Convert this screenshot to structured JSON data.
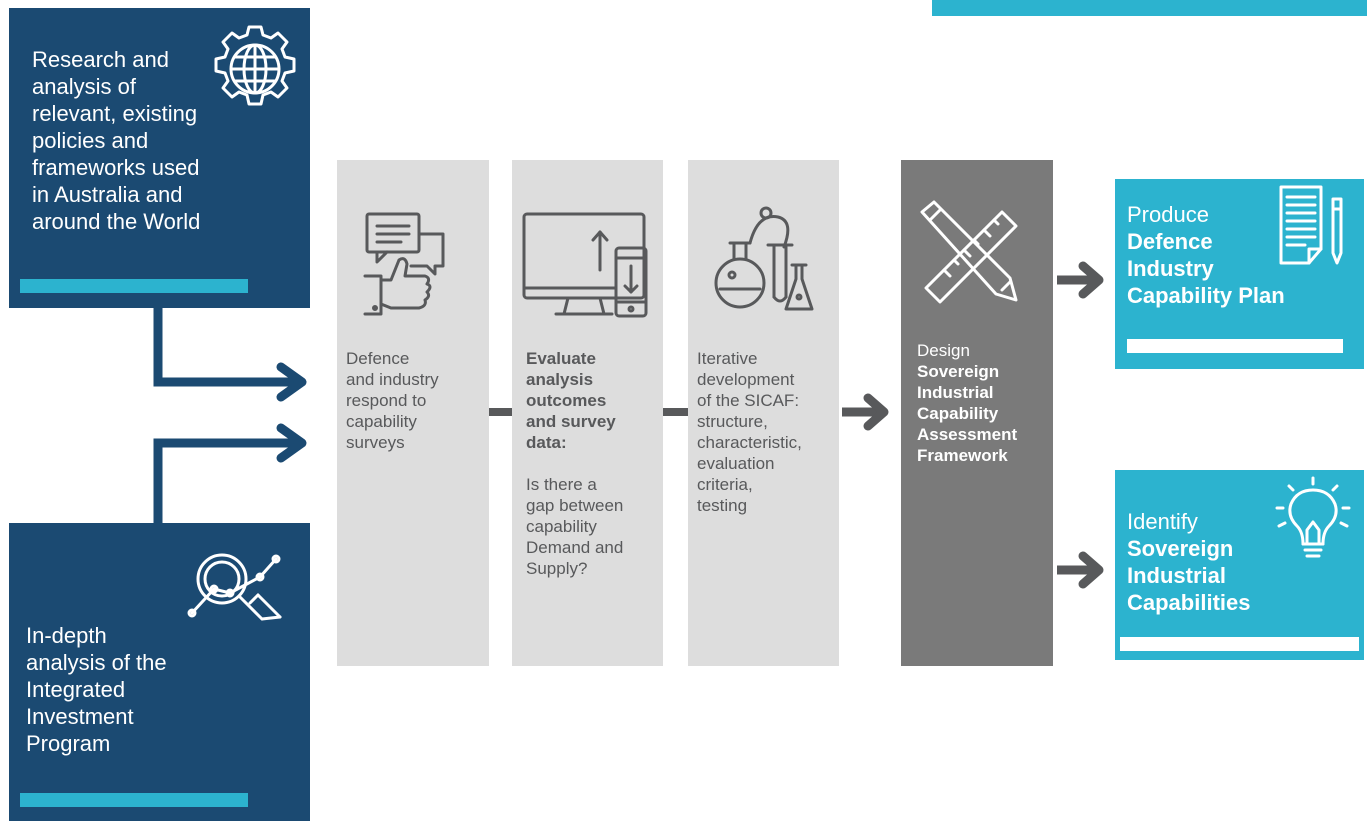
{
  "research_box": {
    "lines": [
      "Research and",
      "analysis of",
      "relevant, existing",
      "policies and",
      "frameworks used",
      "in Australia and",
      "around the World"
    ]
  },
  "indepth_box": {
    "lines": [
      "In-depth",
      "analysis of the",
      "Integrated",
      "Investment",
      "Program"
    ]
  },
  "stage_respond": {
    "lines": [
      "Defence",
      "and industry",
      "respond to",
      "capability",
      "surveys"
    ]
  },
  "stage_evaluate": {
    "bold_lines": [
      "Evaluate",
      "analysis",
      "outcomes",
      "and survey",
      "data:"
    ],
    "lines": [
      "Is there a",
      "gap between",
      "capability",
      "Demand and",
      "Supply?"
    ]
  },
  "stage_iterative": {
    "lines": [
      "Iterative",
      "development",
      "of the SICAF:",
      "structure,",
      "characteristic,",
      "evaluation",
      "criteria,",
      "testing"
    ]
  },
  "stage_design": {
    "lead": "Design",
    "bold_lines": [
      "Sovereign",
      "Industrial",
      "Capability",
      "Assessment",
      "Framework"
    ]
  },
  "output_plan": {
    "lead": "Produce",
    "bold_lines": [
      "Defence",
      "Industry",
      "Capability Plan"
    ]
  },
  "output_identify": {
    "lead": "Identify",
    "bold_lines": [
      "Sovereign",
      "Industrial",
      "Capabilities"
    ]
  },
  "icons": {
    "research": "globe-gear-icon",
    "indepth": "magnifier-chart-icon",
    "respond": "speech-bubbles-thumbs-up-icon",
    "evaluate": "monitor-tablet-icon",
    "iterative": "lab-flasks-icon",
    "design": "ruler-pencil-icon",
    "plan": "document-pen-icon",
    "identify": "lightbulb-icon"
  },
  "colors": {
    "navy": "#1b4a72",
    "teal": "#2cb3cf",
    "light_grey": "#dddddd",
    "dark_grey": "#7a7a7a",
    "arrow": "#1b4a72",
    "connector": "#58595b"
  }
}
